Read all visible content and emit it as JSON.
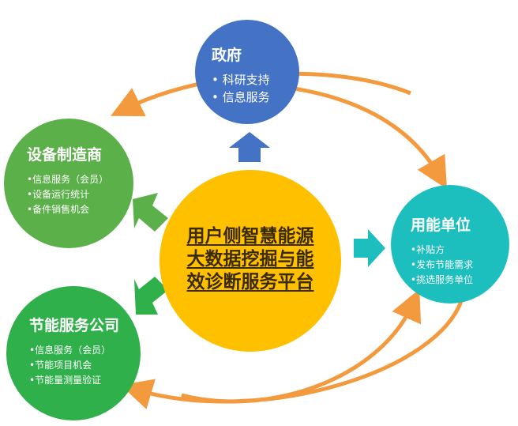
{
  "center": {
    "lines": [
      "用户侧智慧能源",
      "大数据挖掘与能",
      "效诊断服务平台"
    ],
    "color": "#ffc000"
  },
  "government": {
    "title": "政府",
    "items": [
      "• 科研支持",
      "• 信息服务"
    ],
    "color": "#4472c4"
  },
  "equipment_maker": {
    "title": "设备制造商",
    "items": [
      "•信息服务（会员）",
      "•设备运行统计",
      "•备件销售机会"
    ],
    "color": "#5bb04a"
  },
  "energy_service_company": {
    "title": "节能服务公司",
    "items": [
      "•信息服务（会员）",
      "•节能项目机会",
      "•节能量测量验证"
    ],
    "color": "#2fb04a"
  },
  "energy_user": {
    "title": "用能单位",
    "items": [
      "•补贴方",
      "•发布节能需求",
      "•挑选服务单位"
    ],
    "color": "#1dbfbe"
  },
  "arrow_colors": {
    "to_government": "#4472c4",
    "to_equipment_maker": "#5bb04a",
    "to_energy_service_company": "#2fb04a",
    "to_energy_user": "#1dbfbe",
    "cycle": "#f39a3e"
  }
}
